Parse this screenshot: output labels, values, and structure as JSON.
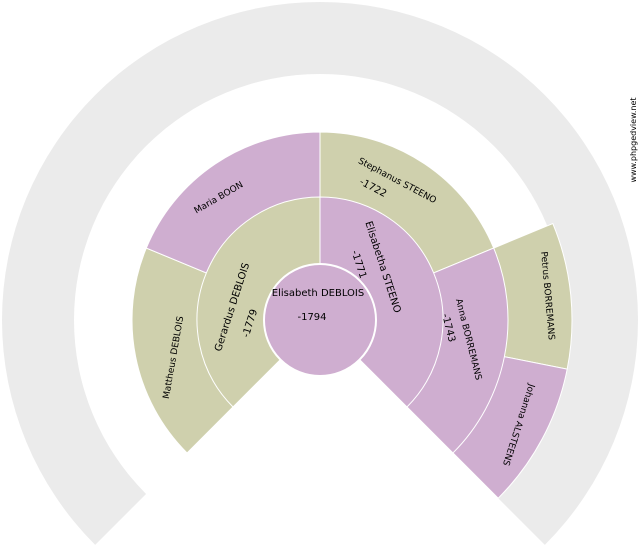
{
  "colors": {
    "background": "#ffffff",
    "outer_ring": "#ebebeb",
    "male": "#cfd0ad",
    "female": "#cfaed0",
    "separator": "#ffffff"
  },
  "watermark": "www.phpgedview.net",
  "root": {
    "name": "Elisabeth DEBLOIS",
    "dates": "-1794",
    "sex": "female"
  },
  "generation1": [
    {
      "name": "Gerardus DEBLOIS",
      "dates": "-1779",
      "sex": "male"
    },
    {
      "name": "Elisabetha STEENO",
      "dates": "-1771",
      "sex": "female"
    }
  ],
  "generation2": [
    {
      "name": "Mattheus DEBLOIS",
      "dates": "",
      "sex": "male"
    },
    {
      "name": "Maria BOON",
      "dates": "",
      "sex": "female"
    },
    {
      "name": "Stephanus STEENO",
      "dates": "-1722",
      "sex": "male"
    },
    {
      "name": "Anna BORREMANS",
      "dates": "-1743",
      "sex": "female"
    }
  ],
  "generation3": [
    {
      "name": "Petrus BORREMANS",
      "dates": "",
      "sex": "male"
    },
    {
      "name": "Johanna ALSTEENS",
      "dates": "",
      "sex": "female"
    }
  ]
}
